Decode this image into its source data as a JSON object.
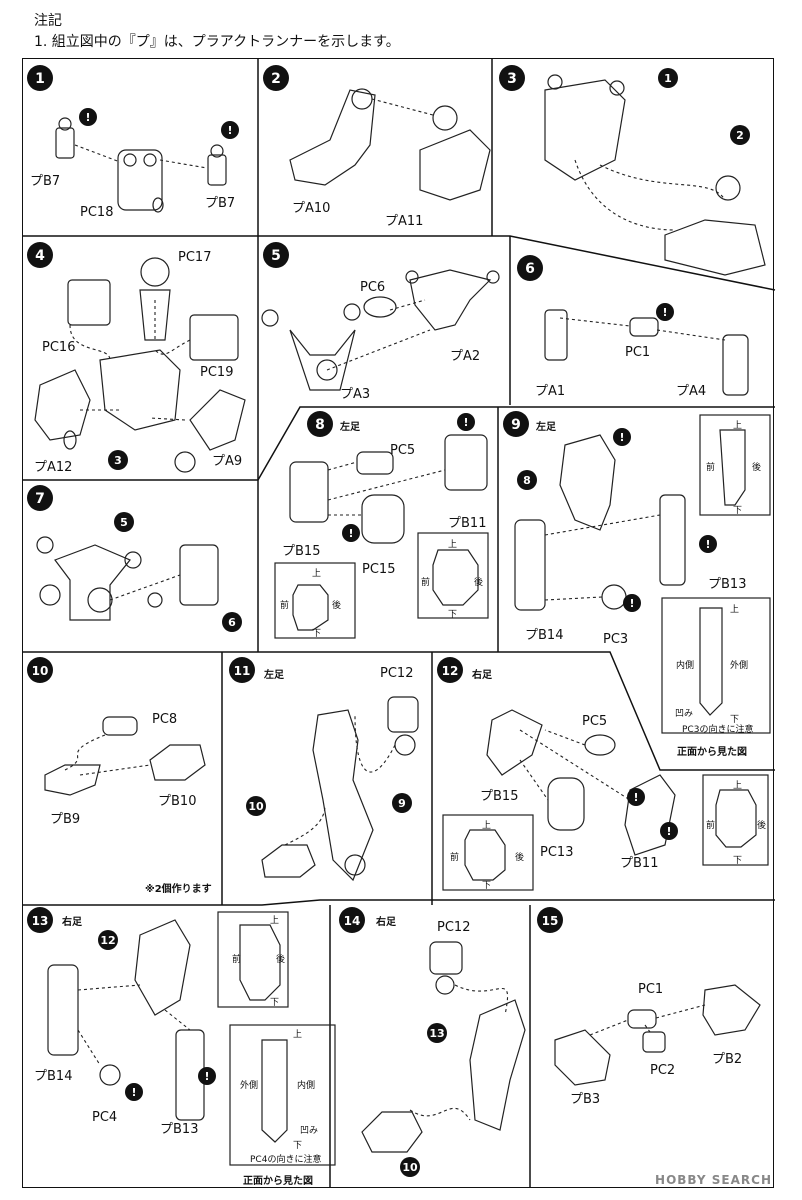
{
  "header": {
    "title": "注記",
    "note": "1. 組立図中の『プ』は、プラアクトランナーを示します。"
  },
  "steps": [
    {
      "num": "1",
      "labels": [
        "プB7",
        "PC18",
        "プB7"
      ],
      "markers": [
        "!",
        "!"
      ]
    },
    {
      "num": "2",
      "labels": [
        "プA10",
        "プA11"
      ]
    },
    {
      "num": "3",
      "refs": [
        "1",
        "2"
      ]
    },
    {
      "num": "4",
      "labels": [
        "PC17",
        "PC16",
        "PC19",
        "プA12",
        "プA9"
      ],
      "refs": [
        "3"
      ]
    },
    {
      "num": "5",
      "labels": [
        "PC6",
        "プA2",
        "プA3"
      ]
    },
    {
      "num": "6",
      "labels": [
        "PC1",
        "プA1",
        "プA4"
      ],
      "markers": [
        "!"
      ]
    },
    {
      "num": "7",
      "refs": [
        "5",
        "6"
      ]
    },
    {
      "num": "8",
      "side": "左足",
      "labels": [
        "PC5",
        "プB11",
        "プB15",
        "PC15"
      ],
      "markers": [
        "!",
        "!"
      ],
      "inset": {
        "top": "上",
        "front": "前",
        "back": "後",
        "bottom": "下"
      }
    },
    {
      "num": "9",
      "side": "左足",
      "labels": [
        "プB13",
        "プB14",
        "PC3"
      ],
      "refs": [
        "8"
      ],
      "markers": [
        "!",
        "!",
        "!"
      ],
      "inset": {
        "top": "上",
        "front": "前",
        "back": "後",
        "bottom": "下"
      },
      "inset2": {
        "top": "上",
        "inner": "内側",
        "outer": "外側",
        "bottom": "下",
        "notch": "凹み",
        "note": "PC3の向きに注意",
        "caption": "正面から見た図"
      }
    },
    {
      "num": "10",
      "labels": [
        "PC8",
        "プB10",
        "プB9"
      ],
      "note": "※2個作ります"
    },
    {
      "num": "11",
      "side": "左足",
      "labels": [
        "PC12"
      ],
      "refs": [
        "10",
        "9"
      ]
    },
    {
      "num": "12",
      "side": "右足",
      "labels": [
        "PC5",
        "プB15",
        "PC13",
        "プB11"
      ],
      "markers": [
        "!",
        "!"
      ],
      "inset": {
        "top": "上",
        "front": "前",
        "back": "後",
        "bottom": "下"
      }
    },
    {
      "num": "13",
      "side": "右足",
      "labels": [
        "プB14",
        "PC4",
        "プB13"
      ],
      "refs": [
        "12"
      ],
      "markers": [
        "!",
        "!"
      ],
      "inset": {
        "top": "上",
        "front": "前",
        "back": "後",
        "bottom": "下"
      },
      "inset2": {
        "top": "上",
        "inner": "内側",
        "outer": "外側",
        "bottom": "下",
        "notch": "凹み",
        "note": "PC4の向きに注意",
        "caption": "正面から見た図"
      }
    },
    {
      "num": "14",
      "side": "右足",
      "labels": [
        "PC12"
      ],
      "refs": [
        "13",
        "10"
      ]
    },
    {
      "num": "15",
      "labels": [
        "PC1",
        "PC2",
        "プB2",
        "プB3"
      ]
    }
  ],
  "watermark": "HOBBY SEARCH"
}
